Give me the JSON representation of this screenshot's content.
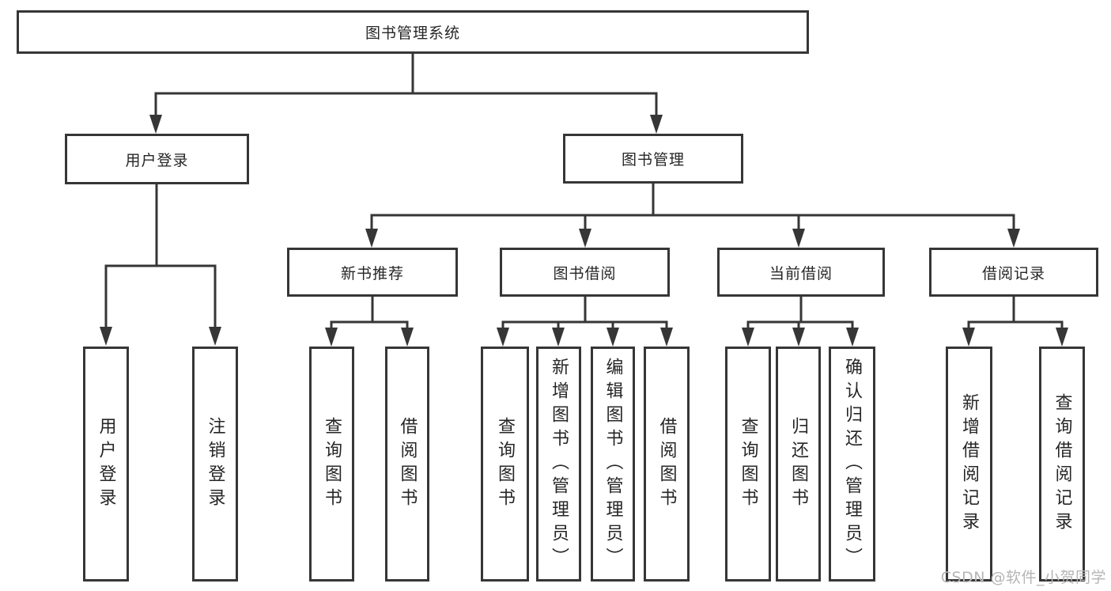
{
  "diagram": {
    "type": "hierarchy-tree",
    "orientation": "top-down",
    "colors": {
      "background": "#ffffff",
      "line": "#363636",
      "box_border": "#363636",
      "text": "#262626",
      "watermark_text": "#b5b5b5"
    }
  },
  "tree": {
    "label": "图书管理系统",
    "children": [
      {
        "label": "用户登录",
        "children": [
          {
            "label": "用户登录"
          },
          {
            "label": "注销登录"
          }
        ]
      },
      {
        "label": "图书管理",
        "children": [
          {
            "label": "新书推荐",
            "children": [
              {
                "label": "查询图书"
              },
              {
                "label": "借阅图书"
              }
            ]
          },
          {
            "label": "图书借阅",
            "children": [
              {
                "label": "查询图书"
              },
              {
                "label": "新增图书（管理员）"
              },
              {
                "label": "编辑图书（管理员）"
              },
              {
                "label": "借阅图书"
              }
            ]
          },
          {
            "label": "当前借阅",
            "children": [
              {
                "label": "查询图书"
              },
              {
                "label": "归还图书"
              },
              {
                "label": "确认归还（管理员）"
              }
            ]
          },
          {
            "label": "借阅记录",
            "children": [
              {
                "label": "新增借阅记录"
              },
              {
                "label": "查询借阅记录"
              }
            ]
          }
        ]
      }
    ]
  },
  "watermark": {
    "text": "CSDN @软件_小贺同学"
  }
}
